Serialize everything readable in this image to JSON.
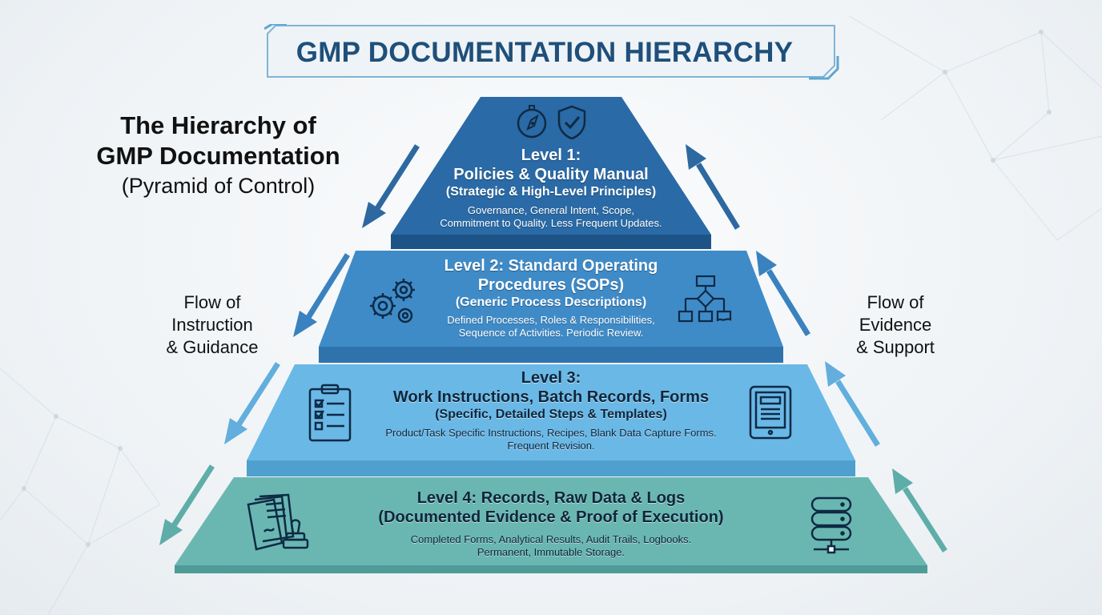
{
  "title": "GMP DOCUMENTATION HIERARCHY",
  "heading": {
    "line1": "The Hierarchy of",
    "line2": "GMP Documentation",
    "line3": "(Pyramid of Control)"
  },
  "flow_left": {
    "line1": "Flow of",
    "line2": "Instruction",
    "line3": "& Guidance"
  },
  "flow_right": {
    "line1": "Flow of",
    "line2": "Evidence",
    "line3": "& Support"
  },
  "levels": [
    {
      "title1": "Level 1:",
      "title2": "Policies & Quality Manual",
      "subtitle": "(Strategic & High-Level Principles)",
      "desc1": "Governance, General Intent, Scope,",
      "desc2": "Commitment to Quality. Less Frequent Updates.",
      "color": "#2a6aa6"
    },
    {
      "title1": "Level 2: Standard Operating",
      "title2": "Procedures (SOPs)",
      "subtitle": "(Generic Process Descriptions)",
      "desc1": "Defined Processes, Roles & Responsibilities,",
      "desc2": "Sequence of Activities. Periodic Review.",
      "color": "#3f8bc8"
    },
    {
      "title1": "Level 3:",
      "title2": "Work Instructions, Batch Records, Forms",
      "subtitle": "(Specific, Detailed Steps & Templates)",
      "desc1": "Product/Task Specific Instructions, Recipes, Blank Data Capture Forms.",
      "desc2": "Frequent Revision.",
      "color": "#6ab8e6"
    },
    {
      "title1": "Level 4: Records, Raw Data & Logs",
      "subtitle": "(Documented Evidence & Proof of Execution)",
      "desc1": "Completed Forms, Analytical Results, Audit Trails, Logbooks.",
      "desc2": "Permanent, Immutable Storage.",
      "color": "#6ab7b2"
    }
  ],
  "icons": [
    "compass-icon",
    "shield-check-icon",
    "gears-icon",
    "flowchart-icon",
    "clipboard-checklist-icon",
    "tablet-icon",
    "documents-stamp-icon",
    "database-icon",
    "down-left-arrow-icon",
    "up-right-arrow-icon"
  ]
}
